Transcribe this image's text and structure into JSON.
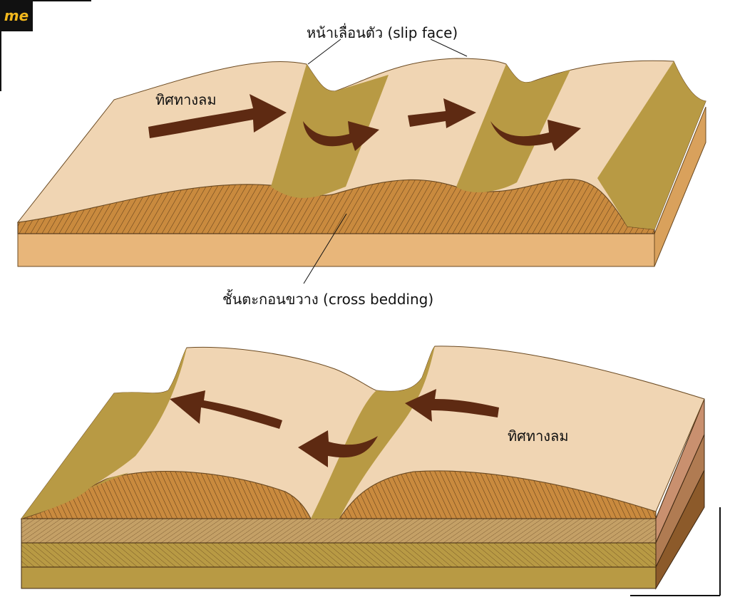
{
  "logo": {
    "text": "me"
  },
  "top": {
    "wind_label": "ทิศทางลม",
    "slip_face_label": "หน้าเลื่อนตัว (slip face)",
    "cross_bedding_label": "ชั้นตะกอนขวาง (cross bedding)"
  },
  "bottom": {
    "wind_label": "ทิศทางลม"
  },
  "colors": {
    "sand_light": "#f0d5b3",
    "slip_face": "#b89a44",
    "bedding": "#c98a3e",
    "base": "#e8b67a",
    "arrow": "#5e2a12",
    "layer_brown": "#8c5a2a",
    "layer_pink": "#c9906f"
  }
}
